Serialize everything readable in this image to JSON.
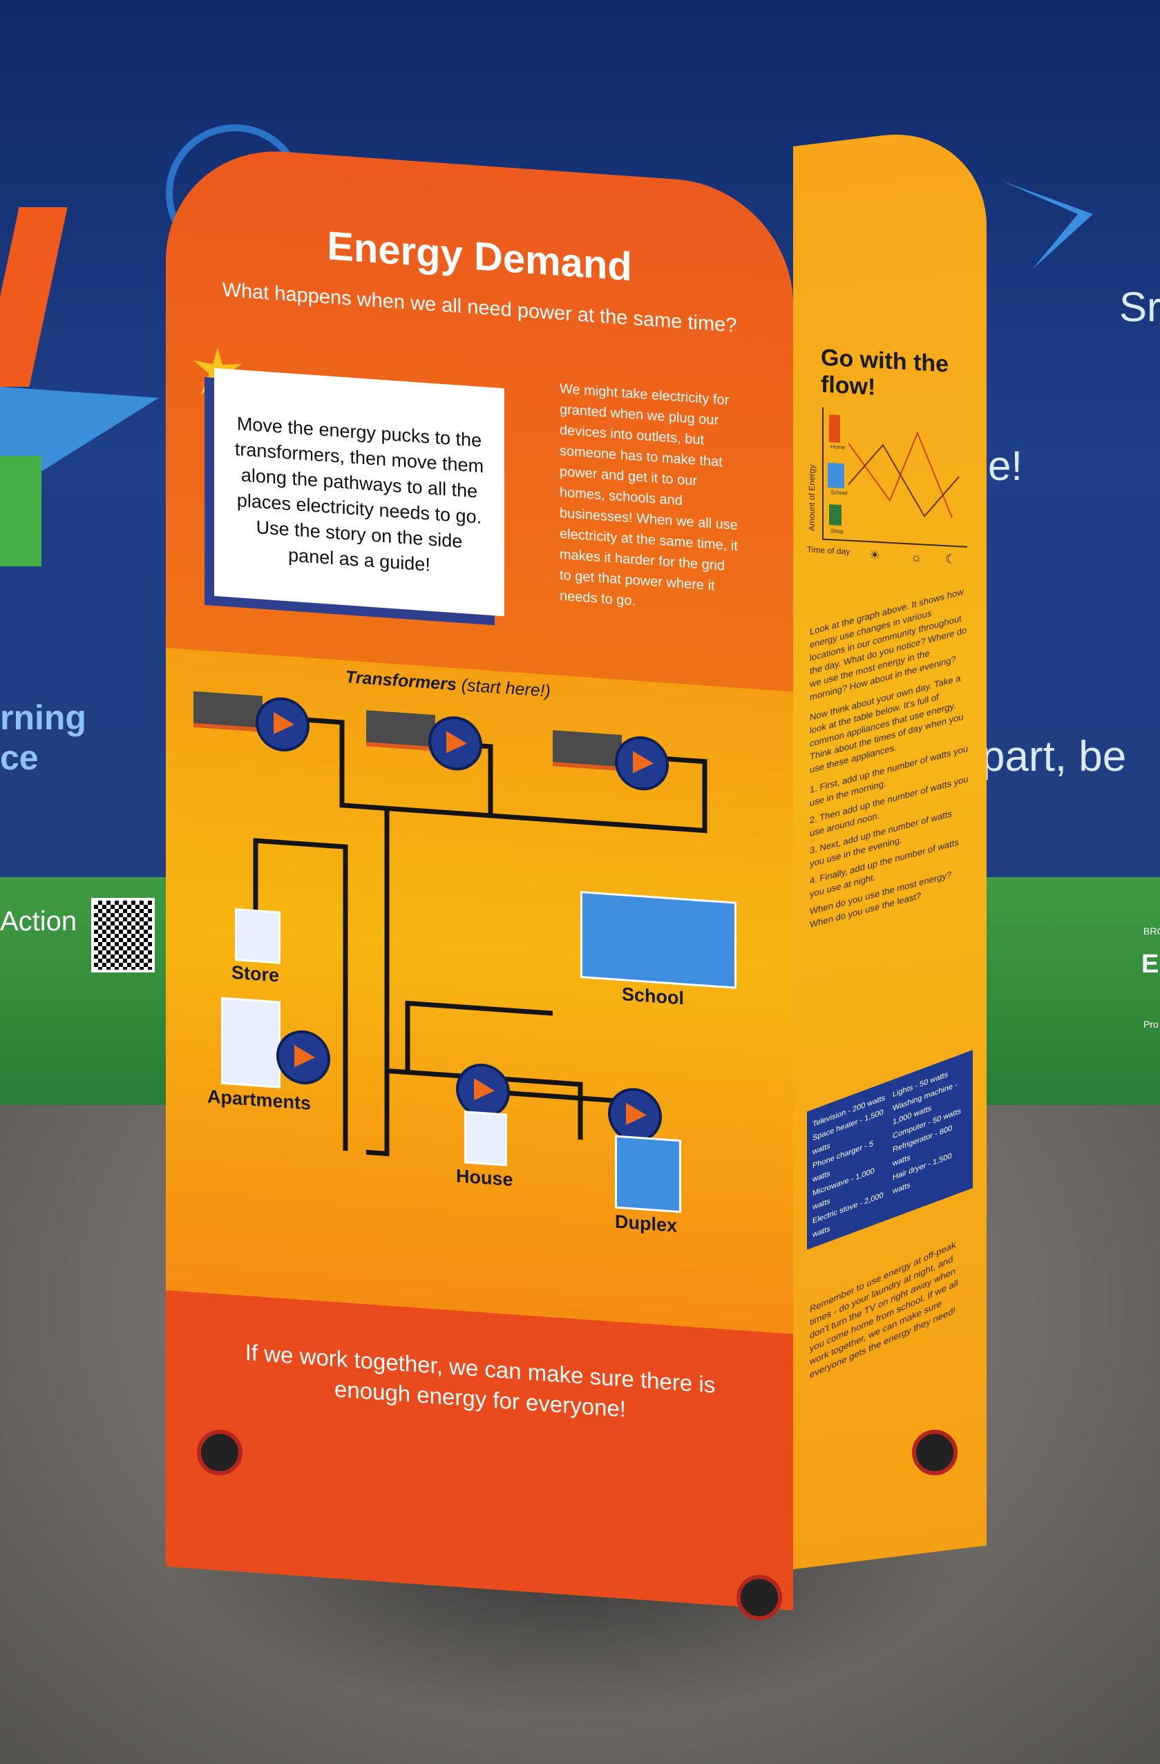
{
  "background": {
    "left_letters": "rning\nce",
    "action_text": "Action",
    "right_fragment_1": "Sr",
    "right_fragment_2": "e!",
    "right_fragment_3": "part, be",
    "right_small_1": "BRO",
    "right_small_2": "E",
    "right_small_3": "Pro"
  },
  "front": {
    "title": "Energy Demand",
    "subtitle": "What happens when we all need power at the same time?",
    "instructions": "Move the energy pucks to the transformers, then move them along the pathways to all the places electricity needs to go. Use the story on the side panel as a guide!",
    "story": "We might take electricity for granted when we plug our devices into outlets, but someone has to make that power and get it to our homes, schools and businesses! When we all use electricity at the same time, it makes it harder for the grid to get that power where it needs to go.",
    "transformers_label": "Transformers",
    "transformers_hint": "(start here!)",
    "places": {
      "store": "Store",
      "school": "School",
      "apartments": "Apartments",
      "house": "House",
      "duplex": "Duplex"
    },
    "footer": "If we work together, we can make sure there is enough energy for everyone!"
  },
  "side": {
    "title": "Go with the flow!",
    "graph_ylabel": "Amount of Energy",
    "graph_xlabel": "Time of day",
    "graph_rows": [
      "Home",
      "School",
      "Shop"
    ],
    "paragraph_1": "Look at the graph above. It shows how energy use changes in various locations in our community throughout the day. What do you notice? Where do we use the most energy in the morning? How about in the evening?",
    "paragraph_2": "Now think about your own day. Take a look at the table below. It's full of common appliances that use energy. Think about the times of day when you use these appliances.",
    "steps": [
      "1. First, add up the number of watts you use in the morning.",
      "2. Then add up the number of watts you use around noon.",
      "3. Next, add up the number of watts you use in the evening.",
      "4. Finally, add up the number of watts you use at night."
    ],
    "question": "When do you use the most energy? When do you use the least?",
    "appliances_left": [
      "Television - 200 watts",
      "Space heater - 1,500 watts",
      "Phone charger - 5 watts",
      "Microwave - 1,000 watts",
      "Electric stove - 2,000 watts"
    ],
    "appliances_right": [
      "Lights - 50 watts",
      "Washing machine - 1,000 watts",
      "Computer - 50 watts",
      "Refrigerator - 800 watts",
      "Hair dryer - 1,500 watts"
    ],
    "closing": "Remember to use energy at off-peak times - do your laundry at night, and don't turn the TV on right away when you come home from school. If we all work together, we can make sure everyone gets the energy they need!"
  },
  "colors": {
    "kiosk_orange": "#ef6a1a",
    "kiosk_yellow": "#f7b511",
    "footer_red": "#e94b1c",
    "navy": "#1f3a8f",
    "wall_blue": "#1f3f86",
    "wall_green": "#3f9c43"
  }
}
